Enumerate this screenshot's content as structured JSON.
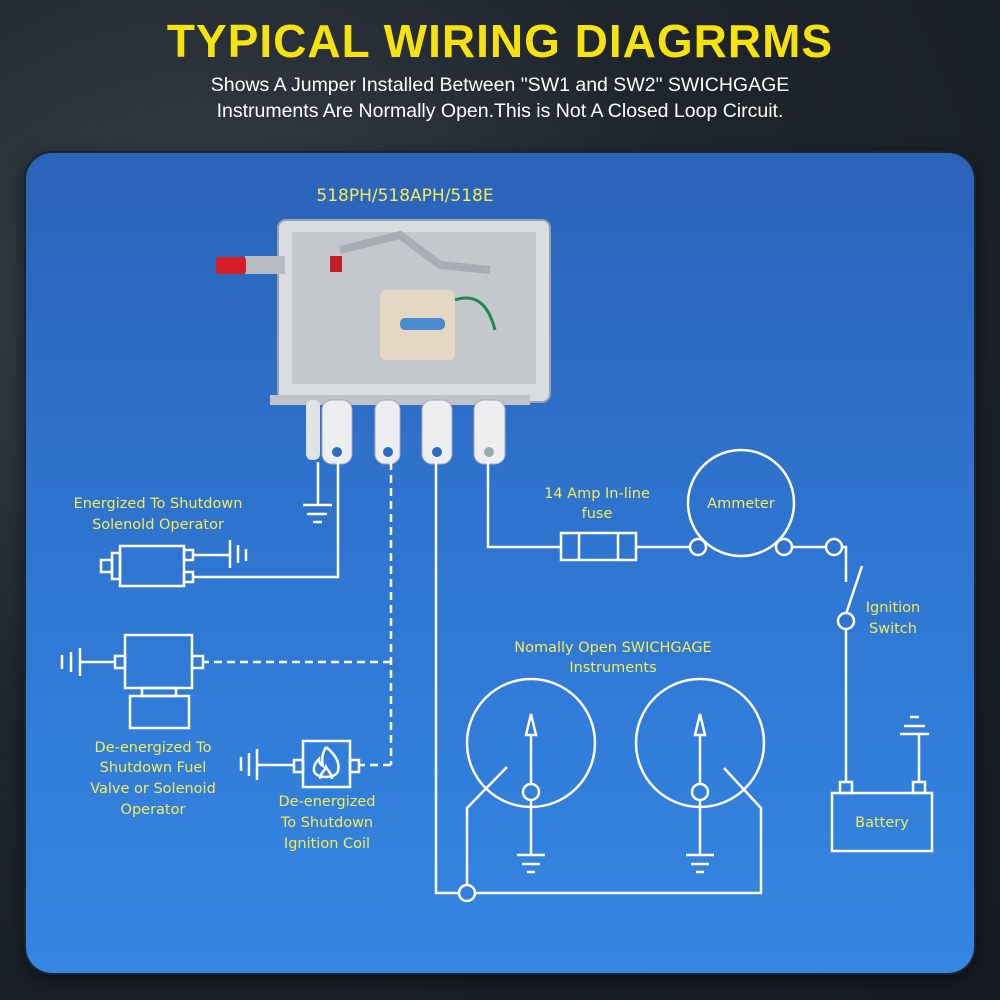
{
  "header": {
    "title": "TYPICAL WIRING DIAGRRMS",
    "subtitle_line1": "Shows A Jumper Installed Between \"SW1 and SW2\" SWICHGAGE",
    "subtitle_line2": "Instruments Are Normally Open.This is Not A Closed Loop Circuit."
  },
  "device": {
    "model": "518PH/518APH/518E"
  },
  "labels": {
    "energized_1": "Energized To Shutdown",
    "energized_2": "Solenold Operator",
    "fuel_1": "De-energized To",
    "fuel_2": "Shutdown Fuel",
    "fuel_3": "Valve or Solenoid",
    "fuel_4": "Operator",
    "coil_1": "De-energized",
    "coil_2": "To Shutdown",
    "coil_3": "Ignition Coil",
    "fuse_1": "14 Amp In-line",
    "fuse_2": "fuse",
    "ammeter": "Ammeter",
    "ignition_1": "Ignition",
    "ignition_2": "Switch",
    "gauges_1": "Nomally Open SWICHGAGE",
    "gauges_2": "Instruments",
    "battery": "Battery"
  },
  "colors": {
    "label": "#f3ec5a",
    "title": "#f6e20e",
    "panel": "#2f78d4"
  }
}
